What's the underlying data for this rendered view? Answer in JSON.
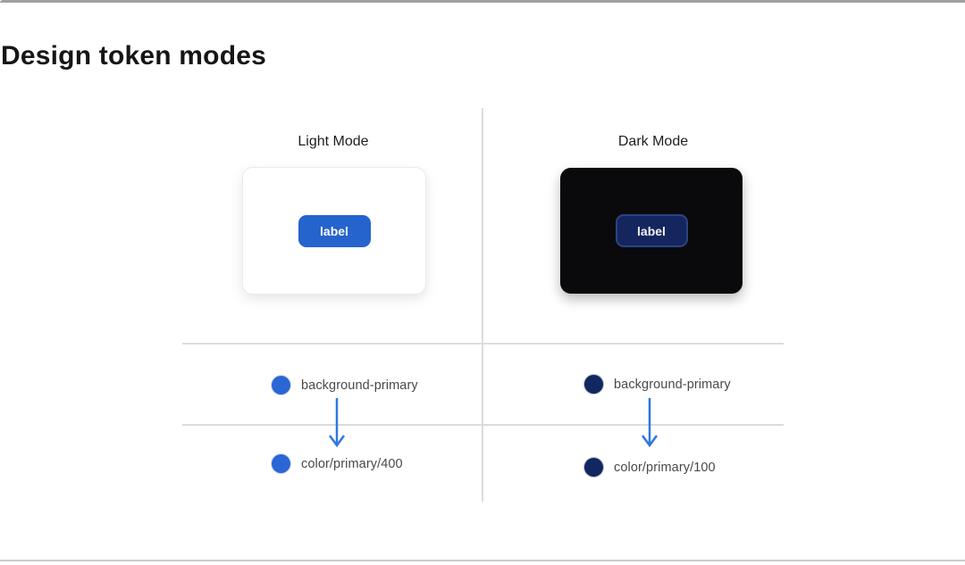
{
  "page": {
    "title": "Design token modes"
  },
  "colors": {
    "light_primary": "#2563cd",
    "dark_primary": "#15265e",
    "dark_button_border": "#2b4383",
    "arrow_blue": "#2e78e0",
    "dark_card_bg": "#0a0a0d",
    "light_swatch": "#2a66d4",
    "dark_swatch": "#12275f",
    "divider": "#dcdcdc"
  },
  "panels": [
    {
      "heading": "Light Mode",
      "button_label": "label",
      "tokens": [
        {
          "name": "background-primary"
        },
        {
          "name": "color/primary/400"
        }
      ]
    },
    {
      "heading": "Dark Mode",
      "button_label": "label",
      "tokens": [
        {
          "name": "background-primary"
        },
        {
          "name": "color/primary/100"
        }
      ]
    }
  ]
}
